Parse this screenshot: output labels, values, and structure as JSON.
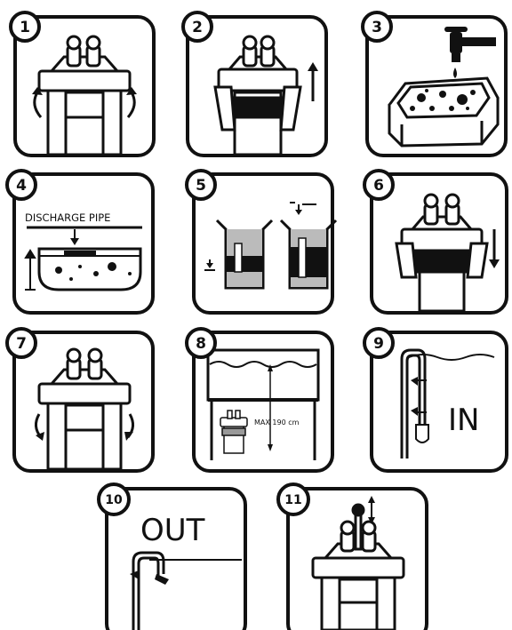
{
  "steps": [
    {
      "num": "1"
    },
    {
      "num": "2"
    },
    {
      "num": "3"
    },
    {
      "num": "4",
      "label": "DISCHARGE PIPE"
    },
    {
      "num": "5"
    },
    {
      "num": "6"
    },
    {
      "num": "7"
    },
    {
      "num": "8",
      "label": "MAX 190 cm"
    },
    {
      "num": "9",
      "label": "IN"
    },
    {
      "num": "10",
      "label": "OUT"
    },
    {
      "num": "11"
    }
  ],
  "icons": {
    "filter": "canister-filter-icon",
    "tap": "water-tap-icon",
    "tray": "media-tray-icon",
    "arrow": "arrow-icon"
  }
}
